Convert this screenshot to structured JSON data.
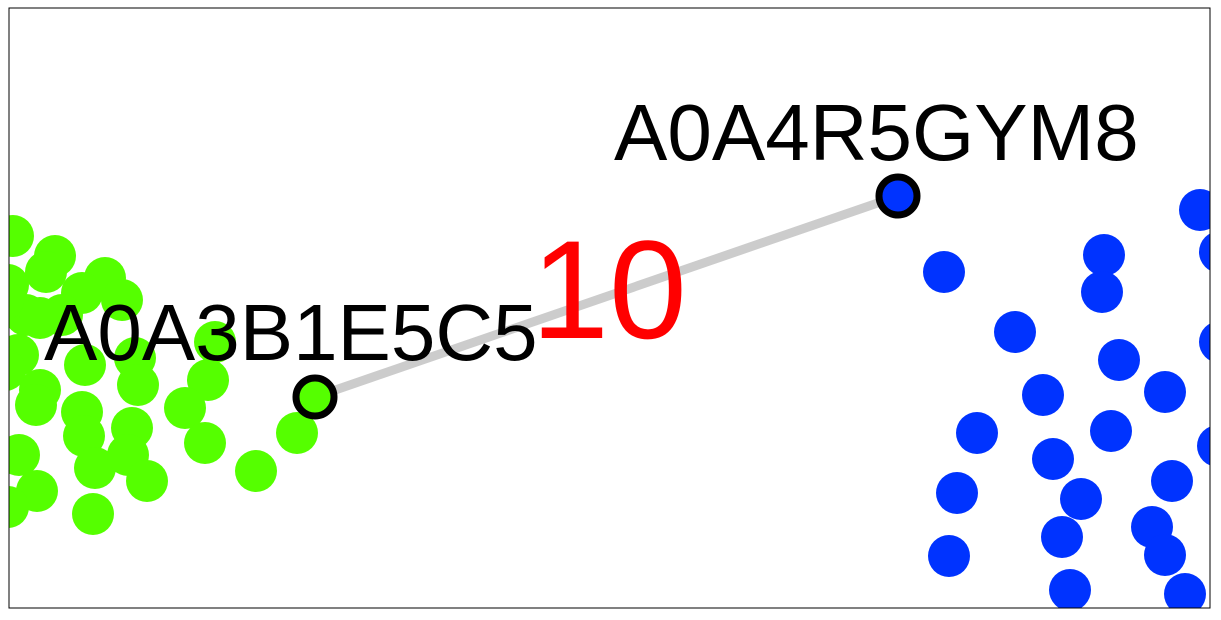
{
  "diagram": {
    "source_node": {
      "id": "A0A3B1E5C5",
      "color": "#55ff00",
      "ring_color": "#000000"
    },
    "target_node": {
      "id": "A0A4R5GYM8",
      "color": "#0033ff",
      "ring_color": "#000000"
    },
    "edge": {
      "weight": "10",
      "color": "#cccccc",
      "label_color": "#ff0000"
    },
    "clusters": {
      "green": {
        "color": "#55ff00"
      },
      "blue": {
        "color": "#0033ff"
      }
    },
    "frame_color": "#000000"
  }
}
